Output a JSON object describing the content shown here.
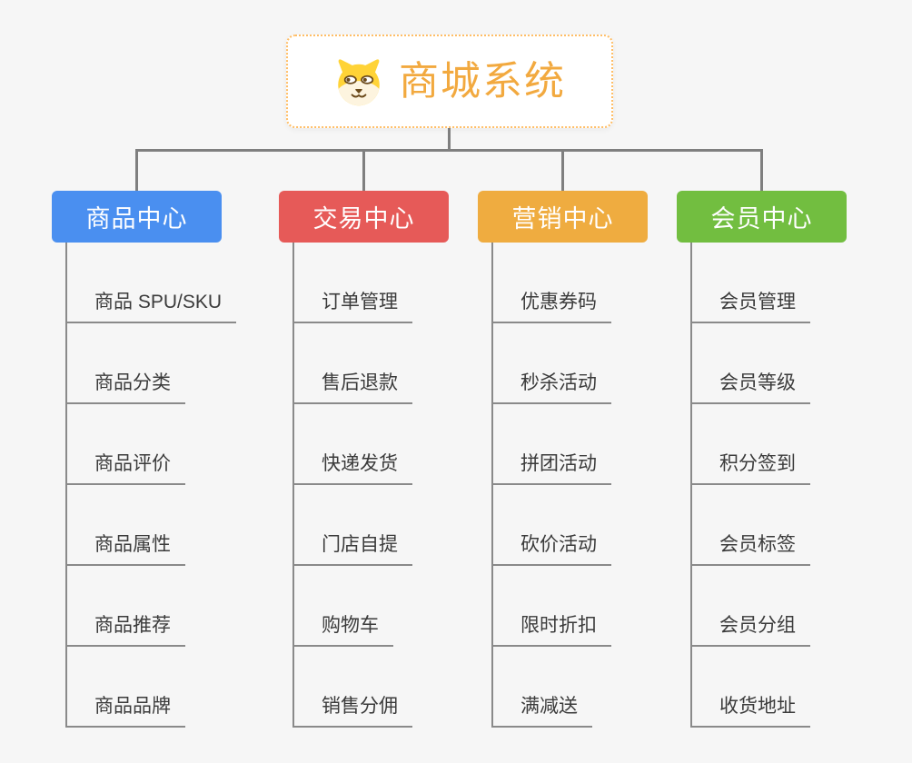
{
  "root": {
    "title": "商城系统",
    "icon": "dog-mascot-icon"
  },
  "branches": [
    {
      "label": "商品中心",
      "color": "#4a8ff0",
      "children": [
        "商品 SPU/SKU",
        "商品分类",
        "商品评价",
        "商品属性",
        "商品推荐",
        "商品品牌"
      ]
    },
    {
      "label": "交易中心",
      "color": "#e65a58",
      "children": [
        "订单管理",
        "售后退款",
        "快递发货",
        "门店自提",
        "购物车",
        "销售分佣"
      ]
    },
    {
      "label": "营销中心",
      "color": "#efac40",
      "children": [
        "优惠券码",
        "秒杀活动",
        "拼团活动",
        "砍价活动",
        "限时折扣",
        "满减送"
      ]
    },
    {
      "label": "会员中心",
      "color": "#72be40",
      "children": [
        "会员管理",
        "会员等级",
        "积分签到",
        "会员标签",
        "会员分组",
        "收货地址"
      ]
    }
  ],
  "colors": {
    "background": "#f6f6f6",
    "connector": "#7f7f7f",
    "leaf_line": "#8a8a8a",
    "leaf_text": "#3b3b3b",
    "root_text": "#f2a93f",
    "root_border": "#ffbe66"
  }
}
